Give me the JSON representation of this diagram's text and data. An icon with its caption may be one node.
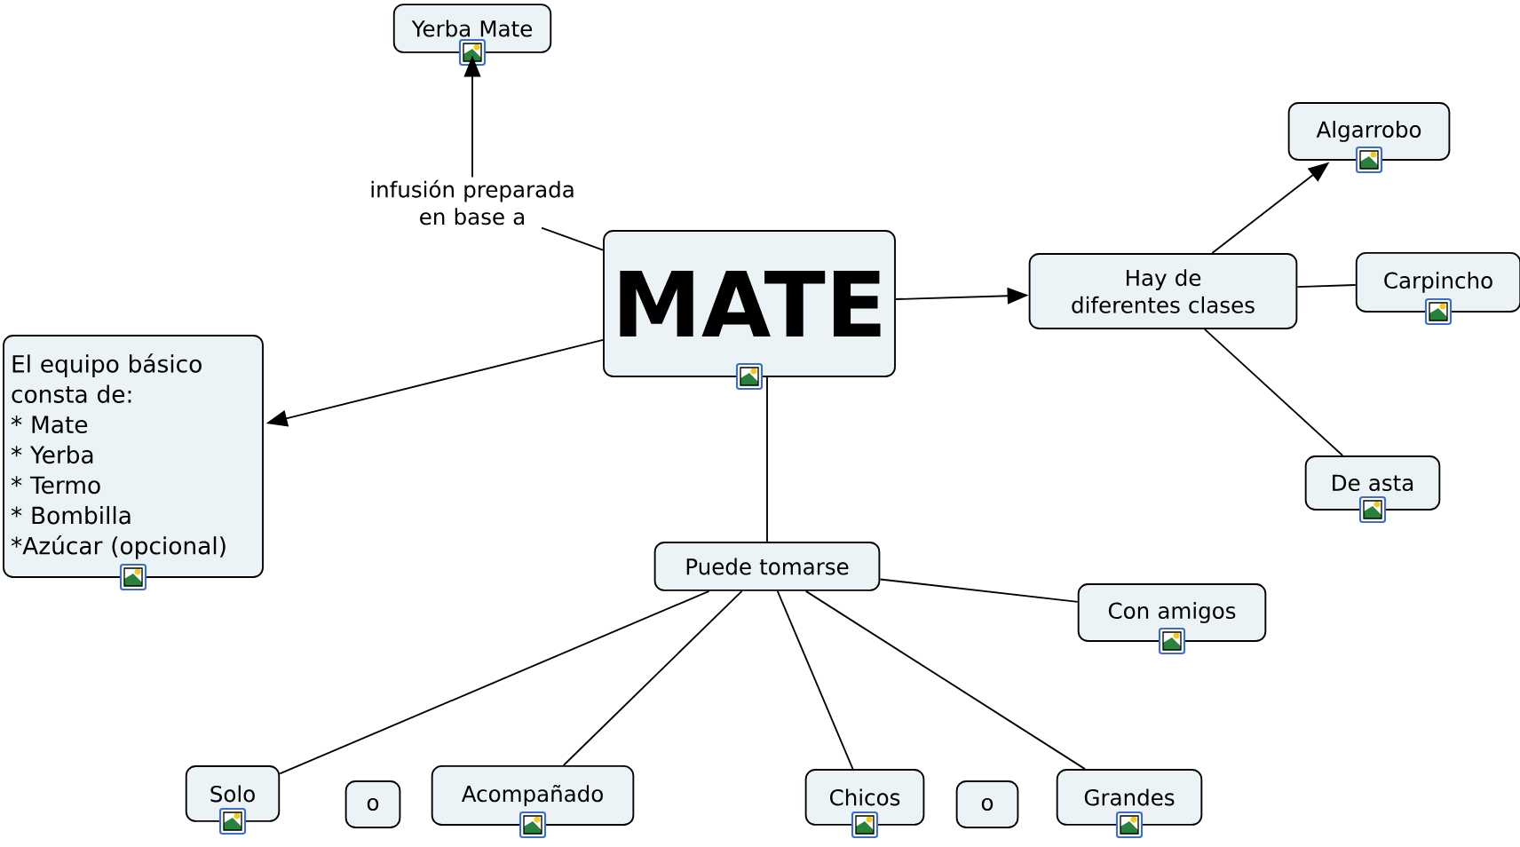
{
  "diagram": {
    "nodes": [
      {
        "text": [
          "Yerba Mate"
        ]
      },
      {
        "text": [
          "MATE"
        ]
      },
      {
        "text": [
          "infusión preparada en base a"
        ]
      },
      {
        "text": [
          "Hay de diferentes clases"
        ]
      },
      {
        "text": [
          "Algarrobo"
        ]
      },
      {
        "text": [
          "Carpincho"
        ]
      },
      {
        "text": [
          "De asta"
        ]
      },
      {
        "text": [
          "El equipo básico consta de:",
          "* Mate",
          "* Yerba",
          "* Termo",
          "* Bombilla",
          "*Azúcar (opcional)"
        ]
      },
      {
        "text": [
          "Puede tomarse"
        ]
      },
      {
        "text": [
          "Con amigos"
        ]
      },
      {
        "text": [
          "Solo"
        ]
      },
      {
        "text": [
          "o"
        ]
      },
      {
        "text": [
          "Acompañado"
        ]
      },
      {
        "text": [
          "Chicos"
        ]
      },
      {
        "text": [
          "o"
        ]
      },
      {
        "text": [
          "Grandes"
        ]
      }
    ],
    "edges": [
      {
        "from": 1,
        "to": 2,
        "arrow": "none"
      },
      {
        "from": 2,
        "to": 0,
        "arrow": "to"
      },
      {
        "from": 1,
        "to": 3,
        "arrow": "to"
      },
      {
        "from": 3,
        "to": 4,
        "arrow": "to"
      },
      {
        "from": 3,
        "to": 5,
        "arrow": "none"
      },
      {
        "from": 3,
        "to": 6,
        "arrow": "none"
      },
      {
        "from": 1,
        "to": 7,
        "arrow": "to"
      },
      {
        "from": 1,
        "to": 8,
        "arrow": "none"
      },
      {
        "from": 8,
        "to": 9,
        "arrow": "none"
      },
      {
        "from": 8,
        "to": 10,
        "arrow": "none"
      },
      {
        "from": 8,
        "to": 12,
        "arrow": "none"
      },
      {
        "from": 8,
        "to": 13,
        "arrow": "none"
      },
      {
        "from": 8,
        "to": 15,
        "arrow": "none"
      }
    ]
  }
}
